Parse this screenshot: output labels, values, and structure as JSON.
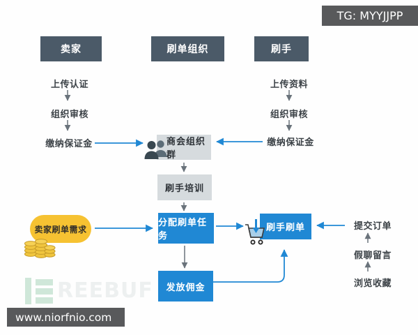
{
  "header": {
    "tg_label": "TG: MYYJJPP"
  },
  "actors": [
    {
      "label": "卖家"
    },
    {
      "label": "刷单组织"
    },
    {
      "label": "刷手"
    }
  ],
  "seller_flow": {
    "steps": [
      "上传认证",
      "组织审核",
      "缴纳保证金"
    ]
  },
  "brusher_flow": {
    "steps": [
      "上传资料",
      "组织审核",
      "缴纳保证金"
    ]
  },
  "center_flow": {
    "group_label": "商会组织群",
    "training_label": "刷手培训",
    "assign_label": "分配刷单任务",
    "commission_label": "发放佣金",
    "brushing_label": "刷手刷单"
  },
  "seller_demand_label": "卖家刷单需求",
  "order_flow": {
    "steps": [
      "提交订单",
      "假聊留言",
      "浏览收藏"
    ]
  },
  "footer": {
    "url": "www.niorfnio.com",
    "watermark_text": "REEBUF"
  },
  "icons": {
    "group_icon": "people-icon",
    "brushing_icon": "shopping-cart-with-down-arrow-icon",
    "demand_icon": "coin-stacks-icon"
  },
  "colors": {
    "actor_box": "#4b5a68",
    "gray_box": "#d6dbde",
    "blue_box": "#2088d4",
    "yellow_pill": "#f6c232",
    "badge_gray": "#58595b",
    "arrow_gray": "#6a737b",
    "arrow_blue": "#2088d4",
    "coin_gold": "#f0c53e",
    "watermark_green": "#cfe7d9"
  }
}
